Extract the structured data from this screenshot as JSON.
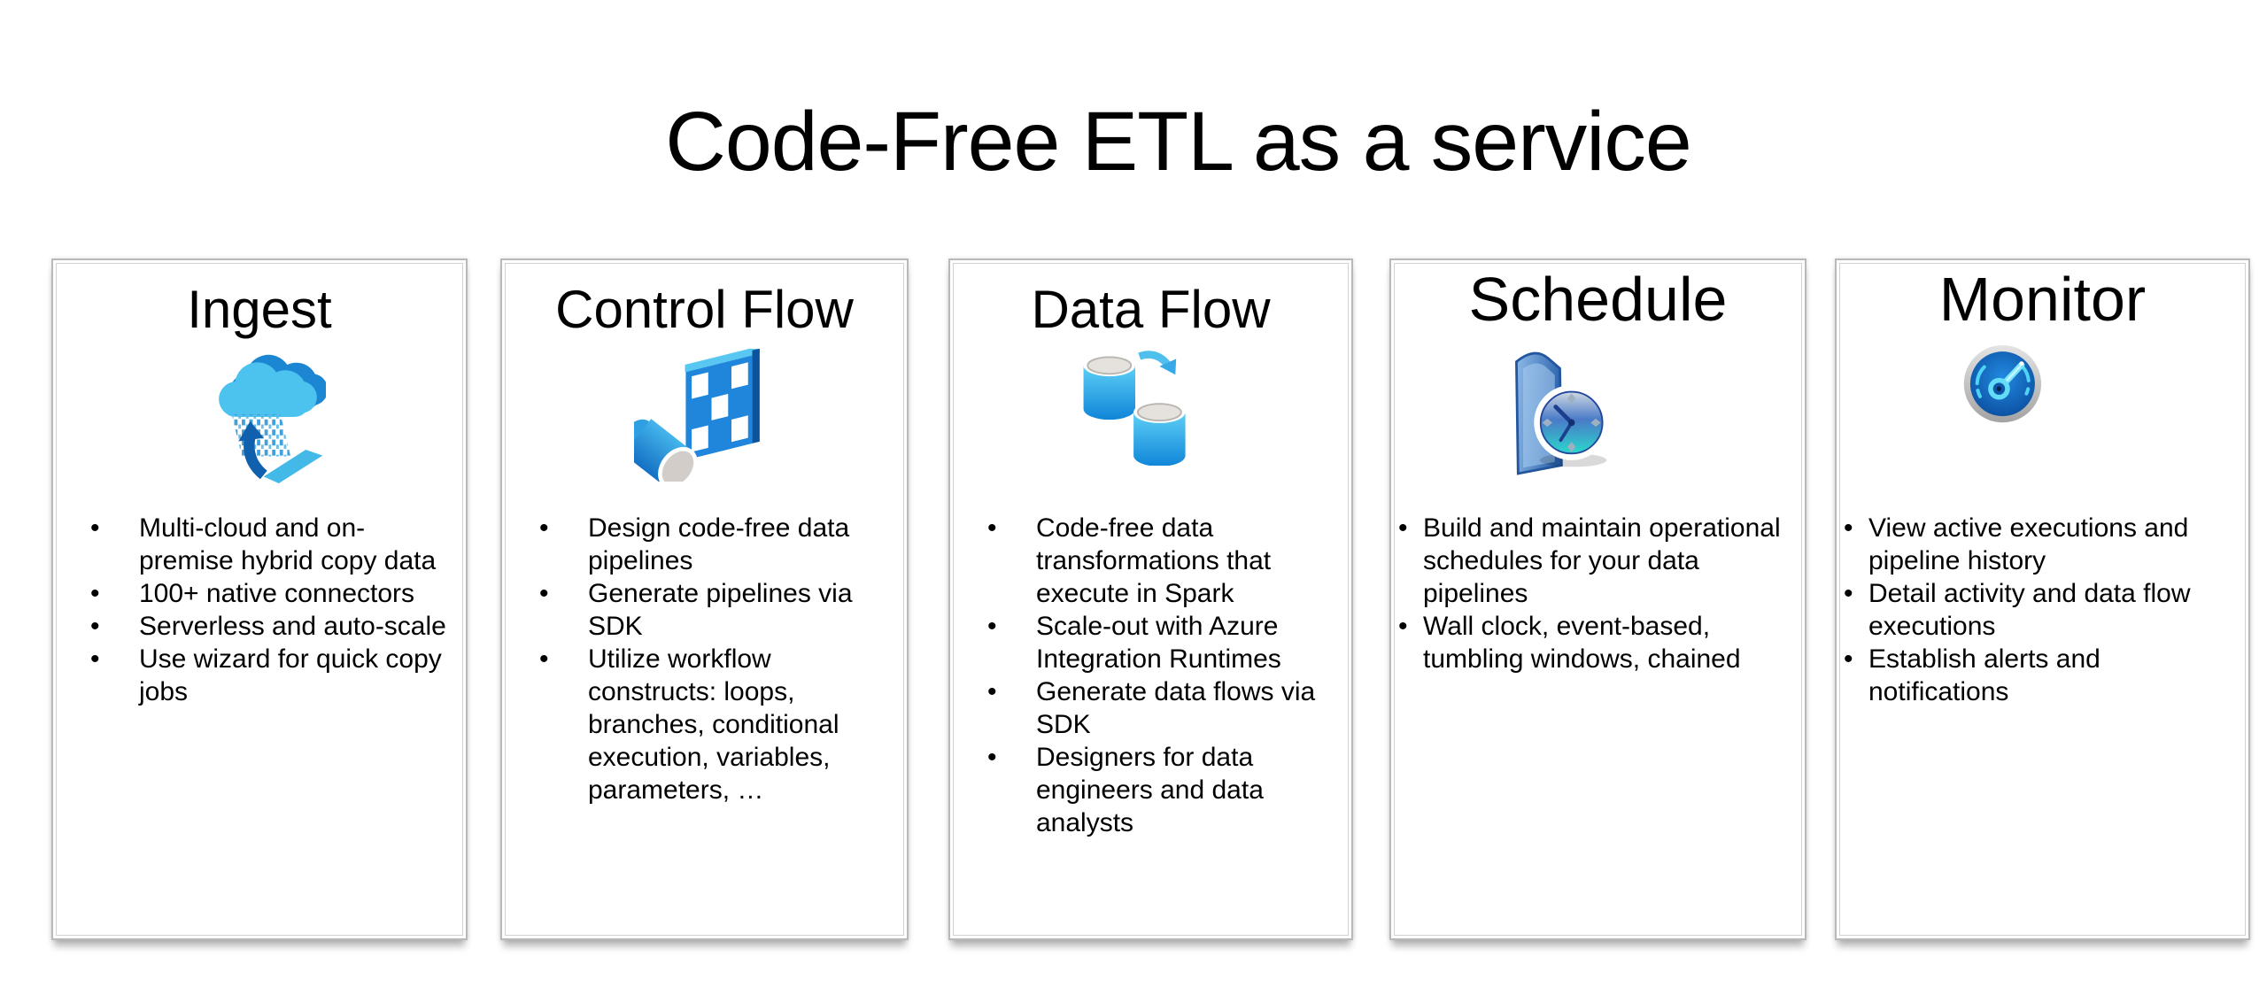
{
  "title": "Code-Free ETL as a service",
  "colors": {
    "card_border": "#b9b9b9",
    "text": "#000000",
    "icon_blue": "#1d86d2",
    "icon_light_blue": "#4cc3ef",
    "icon_dark_blue": "#1160ae",
    "icon_teal": "#2bd8cc",
    "gauge_gray": "#bdbdbd"
  },
  "cards": [
    {
      "title": "Ingest",
      "icon": "cloud-data-upload-icon",
      "bullets": [
        "Multi-cloud and on-premise hybrid copy data",
        "100+ native connectors",
        "Serverless and auto-scale",
        "Use wizard for quick copy jobs"
      ]
    },
    {
      "title": "Control Flow",
      "icon": "pipeline-table-drum-icon",
      "bullets": [
        "Design code-free data pipelines",
        "Generate pipelines via SDK",
        "Utilize workflow constructs: loops, branches, conditional execution, variables, parameters, …"
      ]
    },
    {
      "title": "Data Flow",
      "icon": "databases-transform-icon",
      "bullets": [
        "Code-free data transformations that execute in Spark",
        "Scale-out with Azure Integration Runtimes",
        "Generate data flows via SDK",
        "Designers for data engineers and data analysts"
      ]
    },
    {
      "title": "Schedule",
      "icon": "folder-clock-icon",
      "bullets": [
        "Build and maintain operational schedules for your data pipelines",
        "Wall clock, event-based, tumbling windows, chained"
      ]
    },
    {
      "title": "Monitor",
      "icon": "gauge-icon",
      "bullets": [
        "View active executions and pipeline history",
        "Detail activity and data flow executions",
        "Establish alerts and notifications"
      ]
    }
  ]
}
